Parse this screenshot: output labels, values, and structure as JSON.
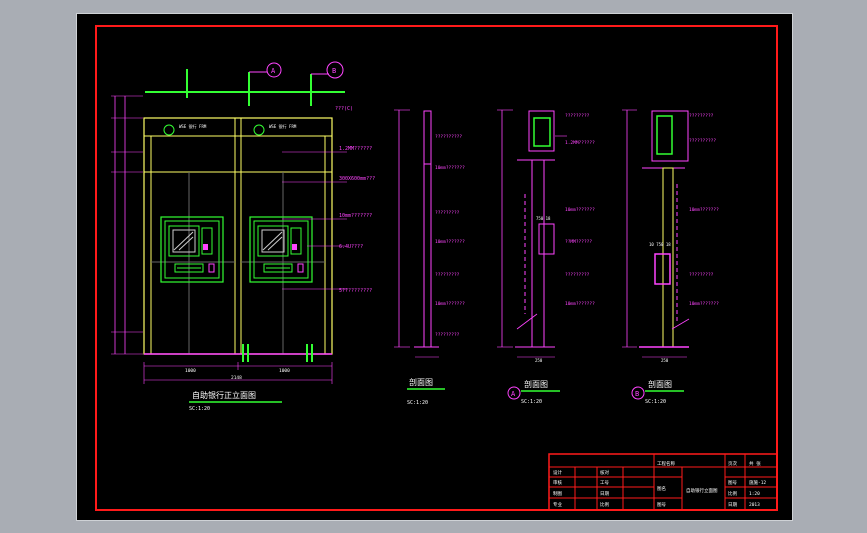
{
  "colors": {
    "background": "#000000",
    "frame": "#ff1a1a",
    "dimension": "#ff44ff",
    "wall": "#ffff66",
    "atm": "#33ff33",
    "text": "#ffffff",
    "hatch": "#ff44ff"
  },
  "front_view": {
    "title": "自助银行正立面图",
    "scale": "SC:1:20",
    "callout_a": "A",
    "callout_b": "B",
    "sign_text_left": "WSE 银行 FRM",
    "sign_text_right": "WSE 银行 FRM",
    "notes": [
      "???(C)",
      "1.2MM??????",
      "300X600mm???",
      "10mm???????",
      "6.4U????",
      "5??????????"
    ],
    "dims_bottom": [
      "1000",
      "1000",
      "2148"
    ]
  },
  "section_side": {
    "title": "剖面图",
    "scale": "SC:1:20",
    "notes": [
      "??????????",
      "10mm???????",
      "?????????",
      "10mm???????",
      "?????????",
      "10mm???????",
      "?????????"
    ]
  },
  "section_a": {
    "title": "剖面图",
    "marker": "A",
    "scale": "SC:1:20",
    "notes": [
      "?????????",
      "1.2MM??????",
      "10mm???????",
      "??MM??????",
      "?????????",
      "10mm???????"
    ],
    "label_small": "750 18",
    "dim_bottom": "250"
  },
  "section_b": {
    "title": "剖面图",
    "marker": "B",
    "scale": "SC:1:20",
    "notes": [
      "?????????",
      "??????????",
      "10mm???????",
      "?????????",
      "10mm???????"
    ],
    "label_small": "10 750 18",
    "dim_bottom": "250"
  },
  "title_block": {
    "rows_left": [
      [
        "设计",
        "核对"
      ],
      [
        "审核",
        "工号"
      ],
      [
        "制图",
        "日期"
      ],
      [
        "专业",
        "比例"
      ]
    ],
    "mid_top": "工程名称",
    "mid_mid": "图名",
    "mid_bottom": "图号",
    "drawing_name": "自助银行立面图",
    "right_cells": [
      [
        "页次",
        "共  张"
      ],
      [
        "图号",
        "施施-12"
      ],
      [
        "比例",
        "1:20"
      ],
      [
        "日期",
        "2013"
      ]
    ]
  }
}
